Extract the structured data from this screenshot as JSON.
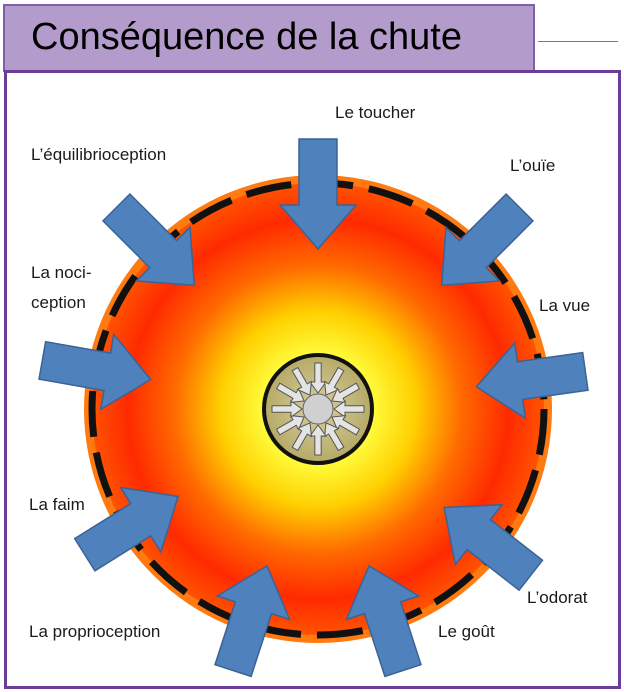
{
  "title": "Conséquence de la chute",
  "labels": {
    "toucher": "Le toucher",
    "equilibrioception": "L’équilibrioception",
    "ouie": "L’ouïe",
    "nociception_1": "La noci-",
    "nociception_2": "ception",
    "vue": "La vue",
    "faim": "La faim",
    "odorat": "L’odorat",
    "proprioception": "La proprioception",
    "gout": "Le goût"
  },
  "colors": {
    "title_bg": "#b39ccc",
    "frame_border": "#6a3d9a",
    "arrow_fill": "#4f81bd",
    "arrow_stroke": "#3a6396",
    "gradient_center": "#ffff80",
    "gradient_mid": "#ffd600",
    "gradient_outer": "#ff2a00",
    "gradient_edge": "#ff7a00",
    "core_fill": "#c9c08a"
  },
  "icons": [
    "external-arrow-icon",
    "sense-arrow-icon",
    "central-implosion-icon"
  ]
}
